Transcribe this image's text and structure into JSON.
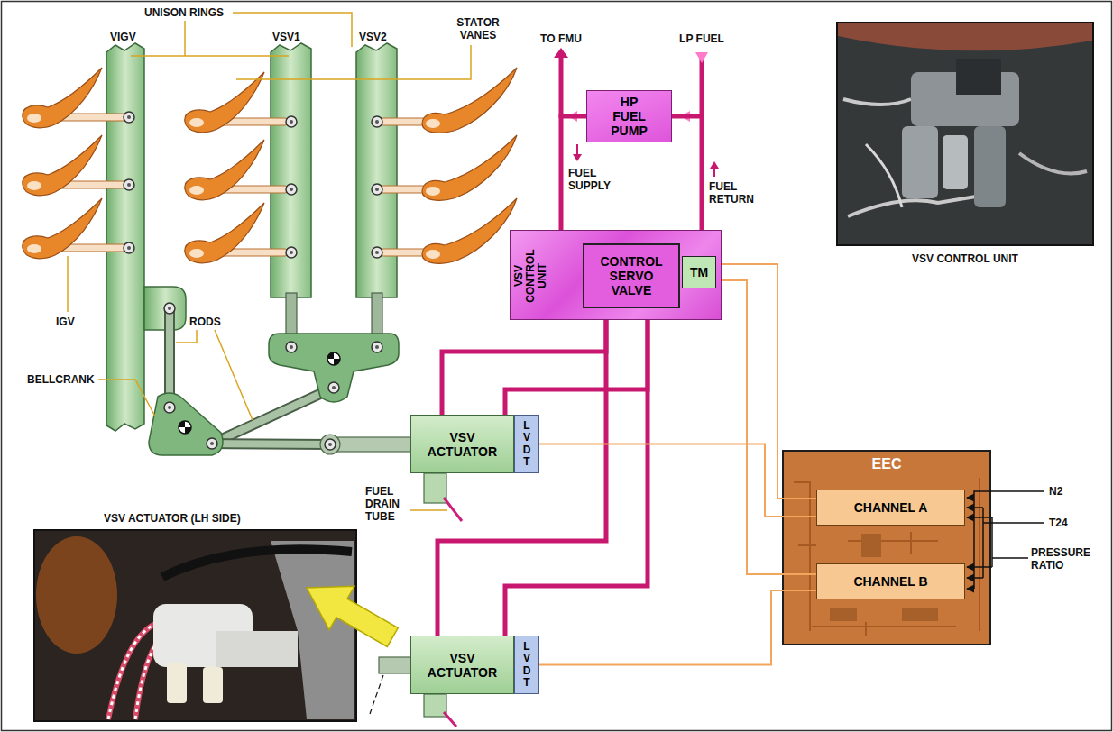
{
  "diagram": {
    "nodes": [
      {
        "text": [
          "HP FUEL PUMP"
        ]
      },
      {
        "text": [
          "VSV CONTROL UNIT"
        ]
      },
      {
        "text": [
          "CONTROL SERVO VALVE"
        ],
        "in": 1
      },
      {
        "text": [
          "TM"
        ],
        "in": 1
      },
      {
        "text": [
          "VSV ACTUATOR"
        ]
      },
      {
        "text": [
          "LVDT"
        ]
      },
      {
        "text": [
          "VSV ACTUATOR"
        ]
      },
      {
        "text": [
          "LVDT"
        ]
      },
      {
        "text": [
          "EEC"
        ]
      },
      {
        "text": [
          "CHANNEL A"
        ],
        "in": 8
      },
      {
        "text": [
          "CHANNEL B"
        ],
        "in": 8
      }
    ],
    "edges": [
      {
        "from": 0,
        "to": 1,
        "arrow": "none"
      },
      {
        "from": 1,
        "to": 0,
        "arrow": "none"
      },
      {
        "from": 1,
        "to": 4,
        "arrow": "none"
      },
      {
        "from": 1,
        "to": 4,
        "arrow": "none"
      },
      {
        "from": 1,
        "to": 6,
        "arrow": "none"
      },
      {
        "from": 1,
        "to": 6,
        "arrow": "none"
      },
      {
        "from": 3,
        "to": 9,
        "arrow": "none"
      },
      {
        "from": 3,
        "to": 10,
        "arrow": "none"
      },
      {
        "from": 5,
        "to": 9,
        "arrow": "none"
      },
      {
        "from": 7,
        "to": 10,
        "arrow": "none"
      }
    ],
    "labels": [
      "UNISON RINGS",
      "VIGV",
      "VSV1",
      "VSV2",
      "STATOR VANES",
      "TO FMU",
      "LP FUEL",
      "FUEL SUPPLY",
      "FUEL RETURN",
      "VSV CONTROL UNIT",
      "IGV",
      "RODS",
      "BELLCRANK",
      "VSV ACTUATOR (LH SIDE)",
      "FUEL DRAIN TUBE",
      "N2",
      "T24",
      "PRESSURE RATIO"
    ]
  }
}
